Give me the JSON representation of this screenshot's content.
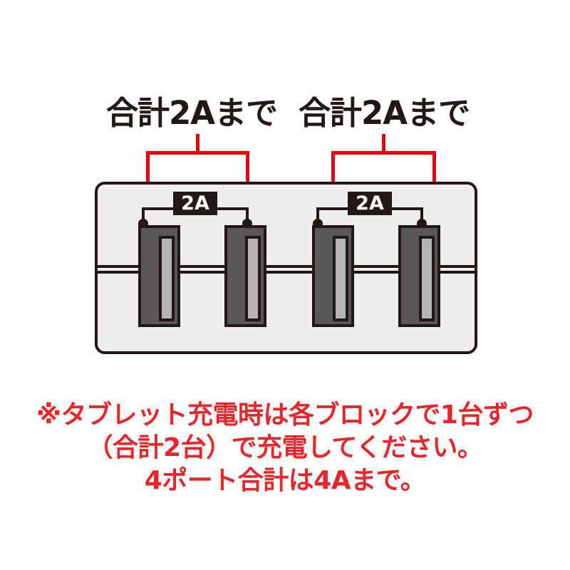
{
  "diagram": {
    "title": "USB 4-port charger current allocation diagram",
    "colors": {
      "red_line": "#e60012",
      "red_text": "#e7262b",
      "ink": "#231815",
      "body_fill": "#eeeeee",
      "port_fill": "#595757",
      "slot_fill": "#b5b5b6"
    },
    "top_labels": [
      {
        "text": "合計2Aまで"
      },
      {
        "text": "合計2Aまで"
      }
    ],
    "blocks": [
      {
        "badge": "2A",
        "ports": 2
      },
      {
        "badge": "2A",
        "ports": 2
      }
    ],
    "ports": [
      {
        "name": "usb-port-1"
      },
      {
        "name": "usb-port-2"
      },
      {
        "name": "usb-port-3"
      },
      {
        "name": "usb-port-4"
      }
    ],
    "note": {
      "line1": "※タブレット充電時は各ブロックで1台ずつ",
      "line2": "（合計2台）で充電してください。",
      "line3": "4ポート合計は4Aまで。"
    }
  }
}
